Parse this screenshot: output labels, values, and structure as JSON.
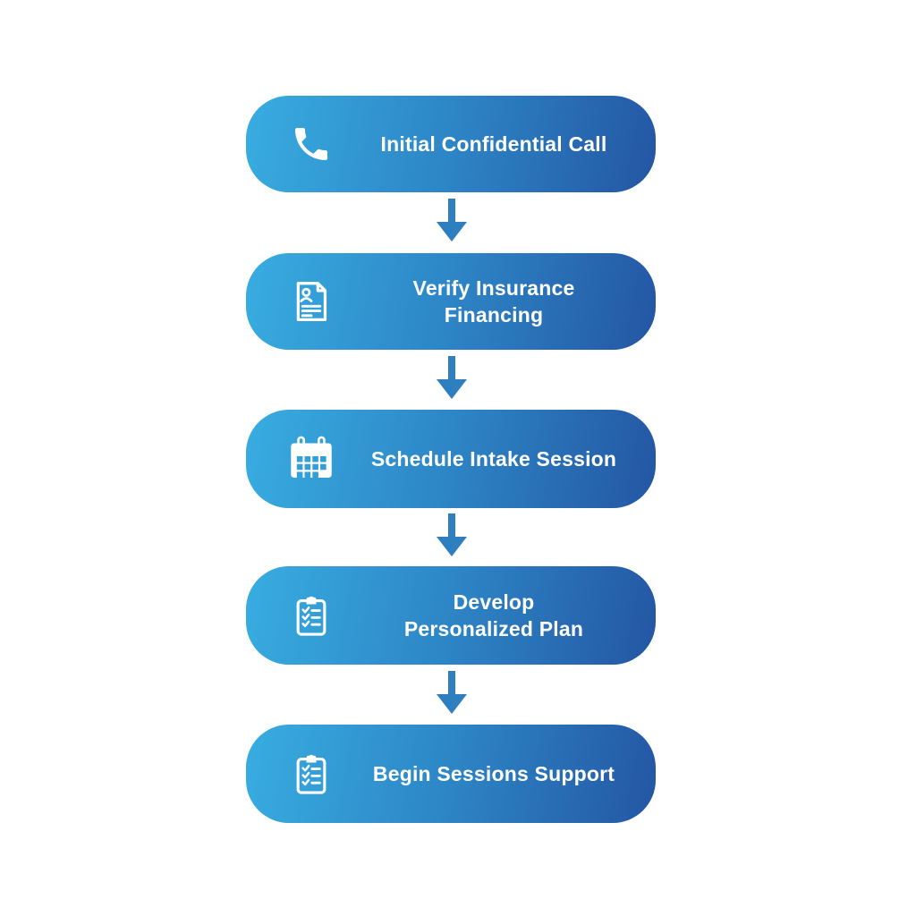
{
  "page": {
    "background": "#ffffff"
  },
  "flow": {
    "colors": {
      "box_gradient_start": "#38ade1",
      "box_gradient_end": "#2456a4",
      "arrow": "#2e7fc0",
      "text": "#ffffff",
      "icon": "#ffffff"
    },
    "steps": [
      {
        "icon": "phone-icon",
        "lines": [
          "Initial Confidential Call"
        ]
      },
      {
        "icon": "insurance-document-icon",
        "lines": [
          "Verify Insurance",
          "Financing"
        ]
      },
      {
        "icon": "calendar-icon",
        "lines": [
          "Schedule Intake Session"
        ]
      },
      {
        "icon": "clipboard-checklist-icon",
        "lines": [
          "Develop",
          "Personalized Plan"
        ]
      },
      {
        "icon": "clipboard-checklist-icon",
        "lines": [
          "Begin Sessions Support"
        ]
      }
    ]
  }
}
